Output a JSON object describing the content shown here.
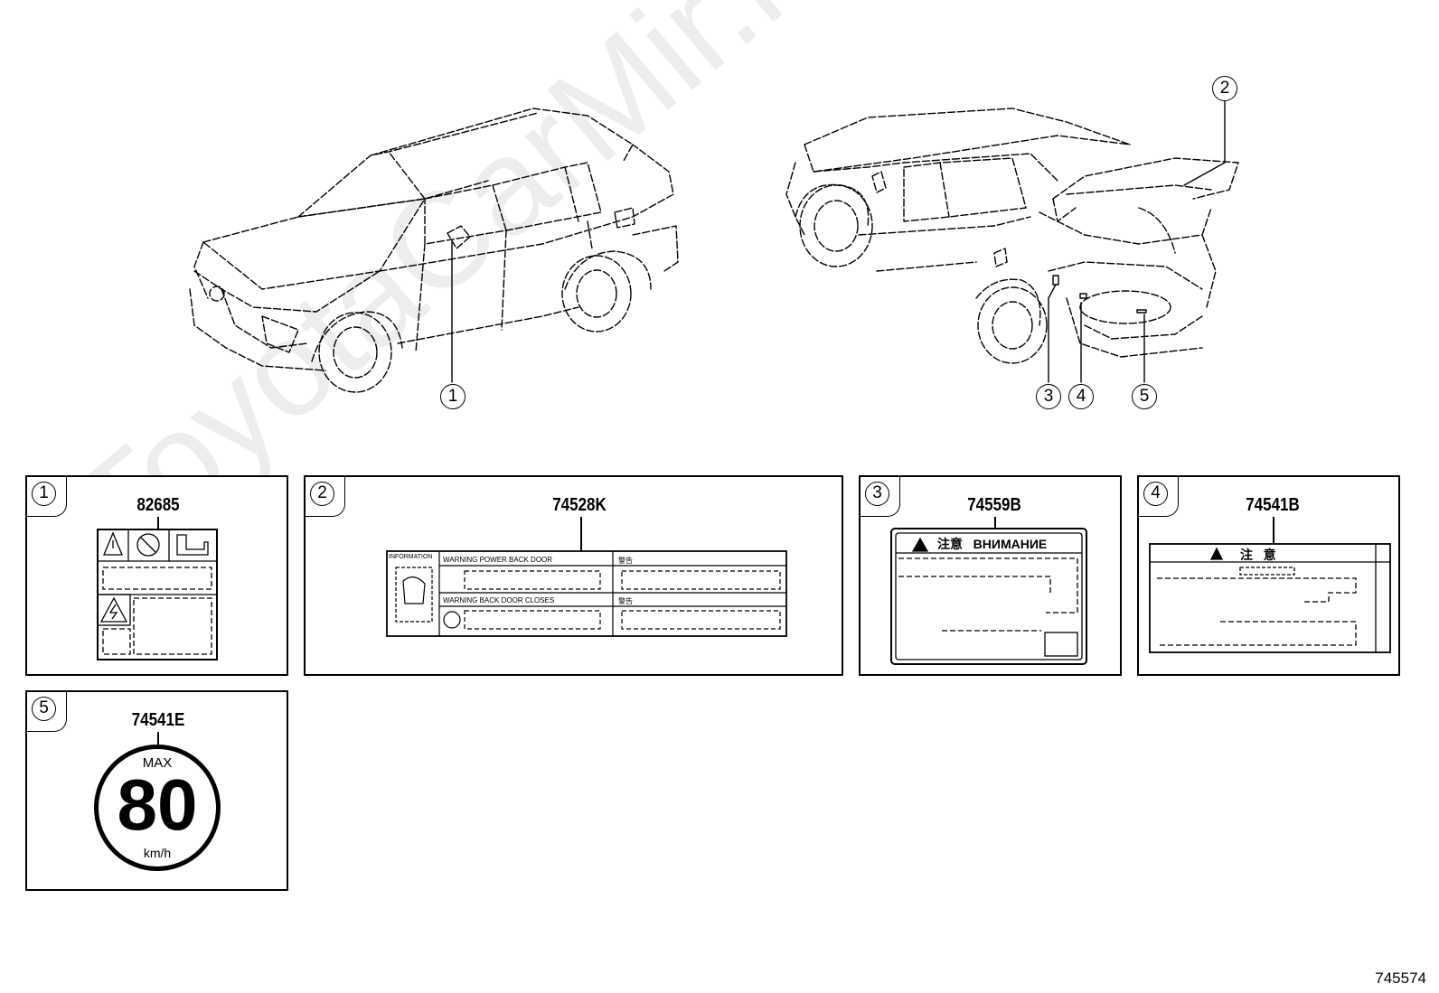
{
  "callouts": [
    "1",
    "2",
    "3",
    "4",
    "5"
  ],
  "panels": [
    {
      "index": "1",
      "part_no": "82685"
    },
    {
      "index": "2",
      "part_no": "74528K"
    },
    {
      "index": "3",
      "part_no": "74559B"
    },
    {
      "index": "4",
      "part_no": "74541B"
    },
    {
      "index": "5",
      "part_no": "74541E"
    }
  ],
  "label2": {
    "info": "INFORMATION",
    "row1": "WARNING POWER BACK DOOR",
    "row2": "WARNING BACK DOOR CLOSES",
    "kanji1": "警告",
    "kanji2": "警告"
  },
  "label3": {
    "header": "注意   ВНИМАНИЕ"
  },
  "label4": {
    "header": "注   意"
  },
  "label5": {
    "max": "MAX",
    "speed": "80",
    "unit": "km/h"
  },
  "watermark": "ToyotaCarMir.ru",
  "diagram_id": "745574"
}
